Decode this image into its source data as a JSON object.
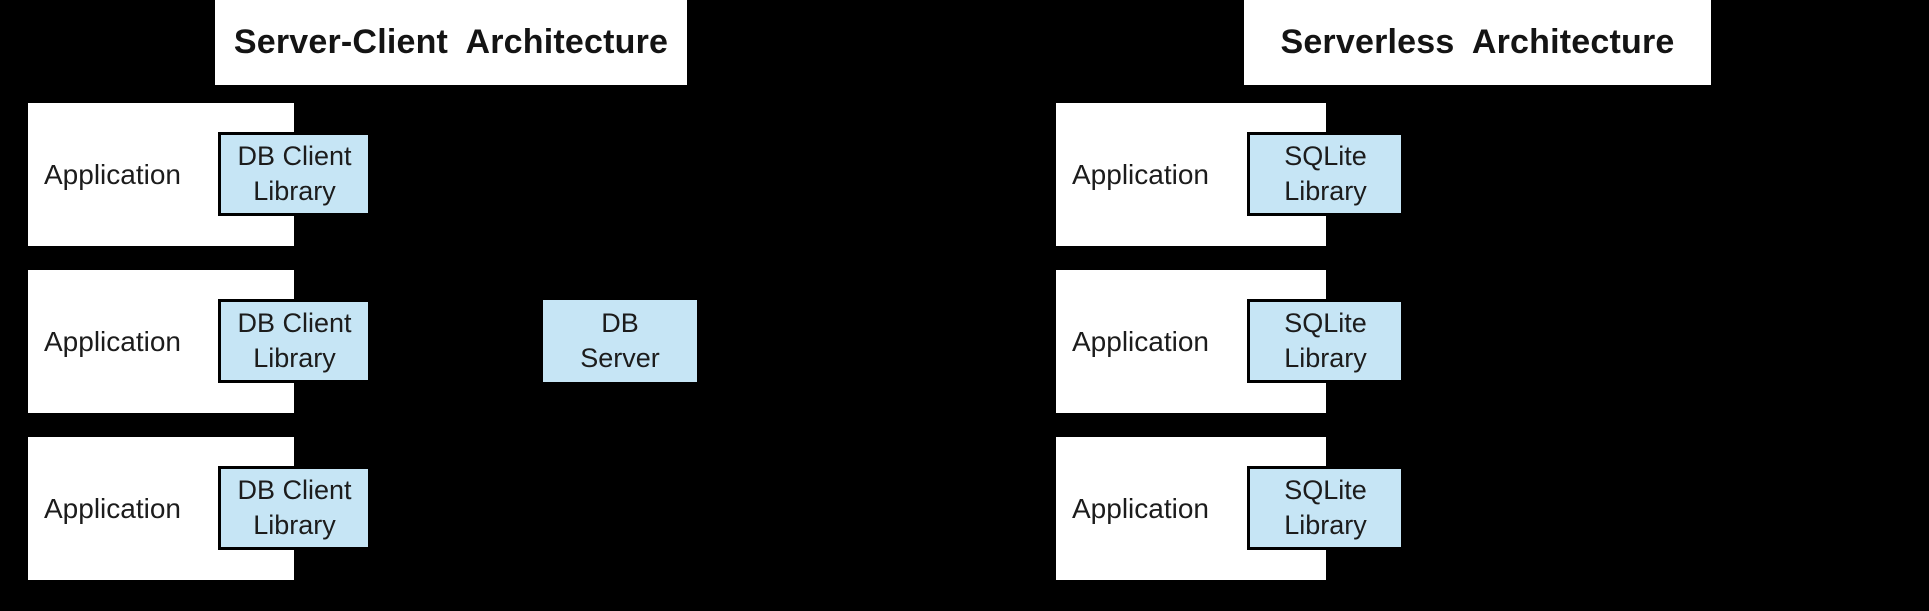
{
  "colors": {
    "background": "#000000",
    "box_white": "#ffffff",
    "box_blue": "#c6e5f5",
    "box_border": "#000000",
    "text": "#1c1c1c"
  },
  "server_client": {
    "title": "Server-Client Architecture",
    "rows": [
      {
        "app_label": "Application",
        "lib_line1": "DB Client",
        "lib_line2": "Library"
      },
      {
        "app_label": "Application",
        "lib_line1": "DB Client",
        "lib_line2": "Library"
      },
      {
        "app_label": "Application",
        "lib_line1": "DB Client",
        "lib_line2": "Library"
      }
    ],
    "db_server": {
      "line1": "DB",
      "line2": "Server"
    }
  },
  "serverless": {
    "title": "Serverless Architecture",
    "rows": [
      {
        "app_label": "Application",
        "lib_line1": "SQLite",
        "lib_line2": "Library"
      },
      {
        "app_label": "Application",
        "lib_line1": "SQLite",
        "lib_line2": "Library"
      },
      {
        "app_label": "Application",
        "lib_line1": "SQLite",
        "lib_line2": "Library"
      }
    ]
  }
}
